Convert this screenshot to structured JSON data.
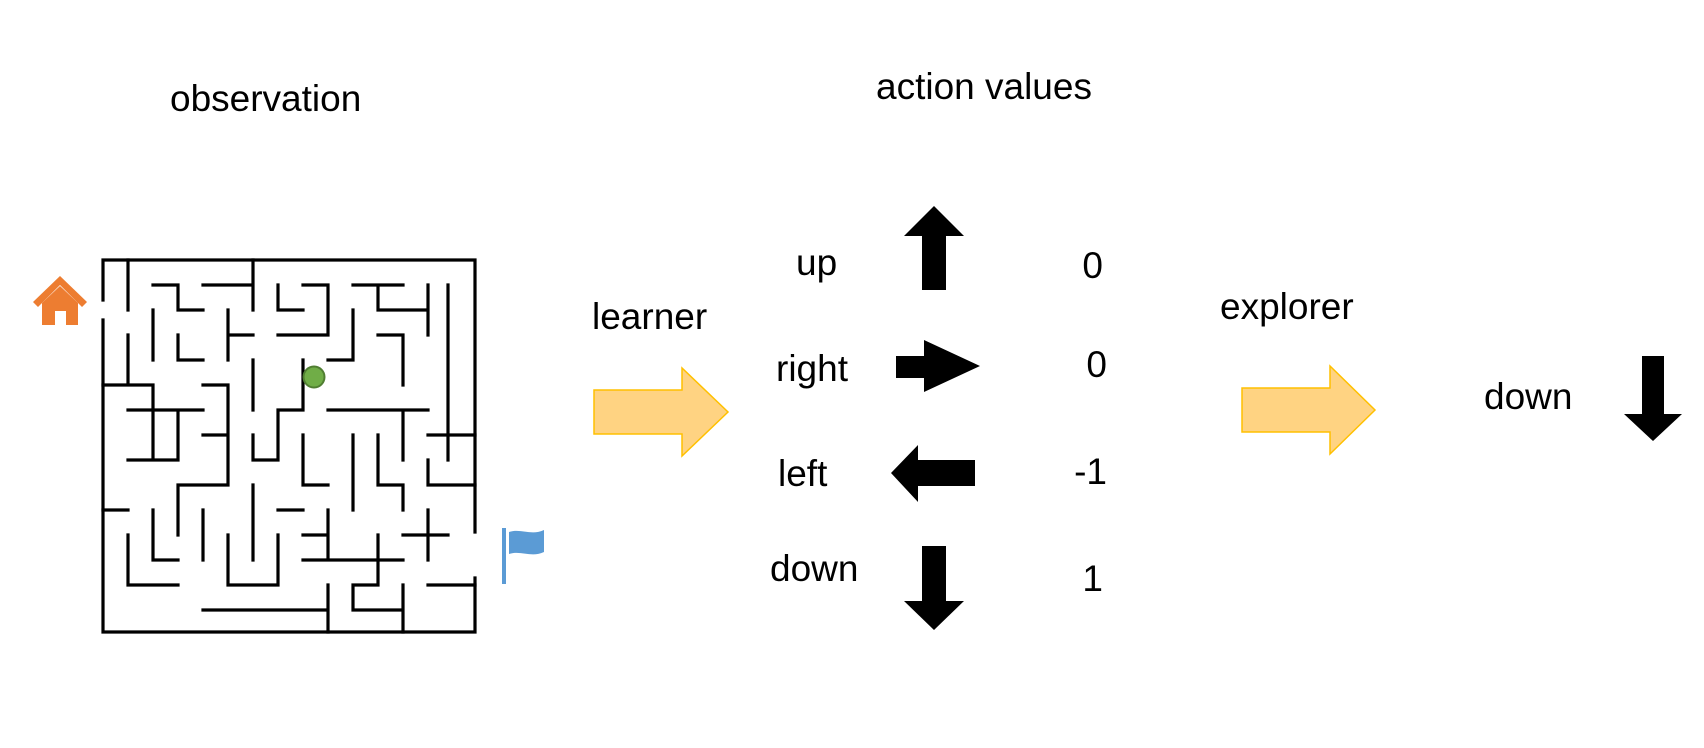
{
  "titles": {
    "observation": "observation",
    "action_values": "action values"
  },
  "stages": {
    "learner": "learner",
    "explorer": "explorer"
  },
  "actions": [
    {
      "label": "up",
      "value": "0",
      "direction": "up"
    },
    {
      "label": "right",
      "value": "0",
      "direction": "right"
    },
    {
      "label": "left",
      "value": "-1",
      "direction": "left"
    },
    {
      "label": "down",
      "value": "1",
      "direction": "down"
    }
  ],
  "chosen_action": {
    "label": "down",
    "direction": "down"
  },
  "icons": {
    "start": "house-icon",
    "goal": "flag-icon",
    "agent": "agent-dot-icon"
  },
  "colors": {
    "house": "#ED7D31",
    "flag": "#5B9BD5",
    "agent_fill": "#70AD47",
    "agent_stroke": "#507E32",
    "flow_arrow_fill": "#FFD382",
    "flow_arrow_stroke": "#FFC000",
    "direction_arrow": "#000000"
  }
}
